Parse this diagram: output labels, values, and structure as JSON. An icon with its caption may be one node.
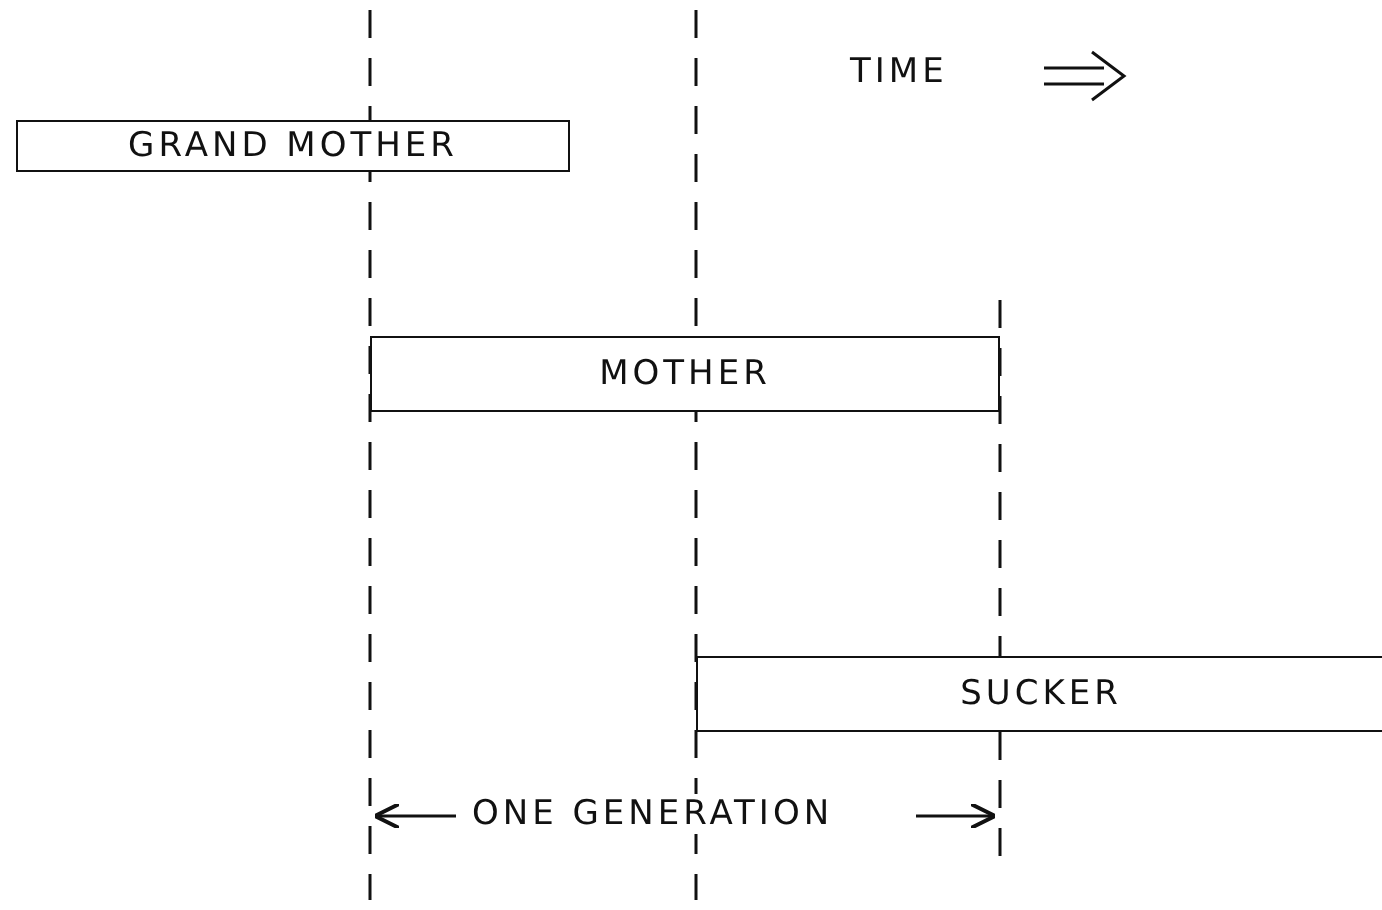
{
  "diagram": {
    "nodes": [
      {
        "text": [
          "GRAND MOTHER"
        ]
      },
      {
        "text": [
          "MOTHER"
        ]
      },
      {
        "text": [
          "SUCKER"
        ]
      }
    ],
    "labels": [
      "TIME",
      "ONE GENERATION"
    ]
  }
}
